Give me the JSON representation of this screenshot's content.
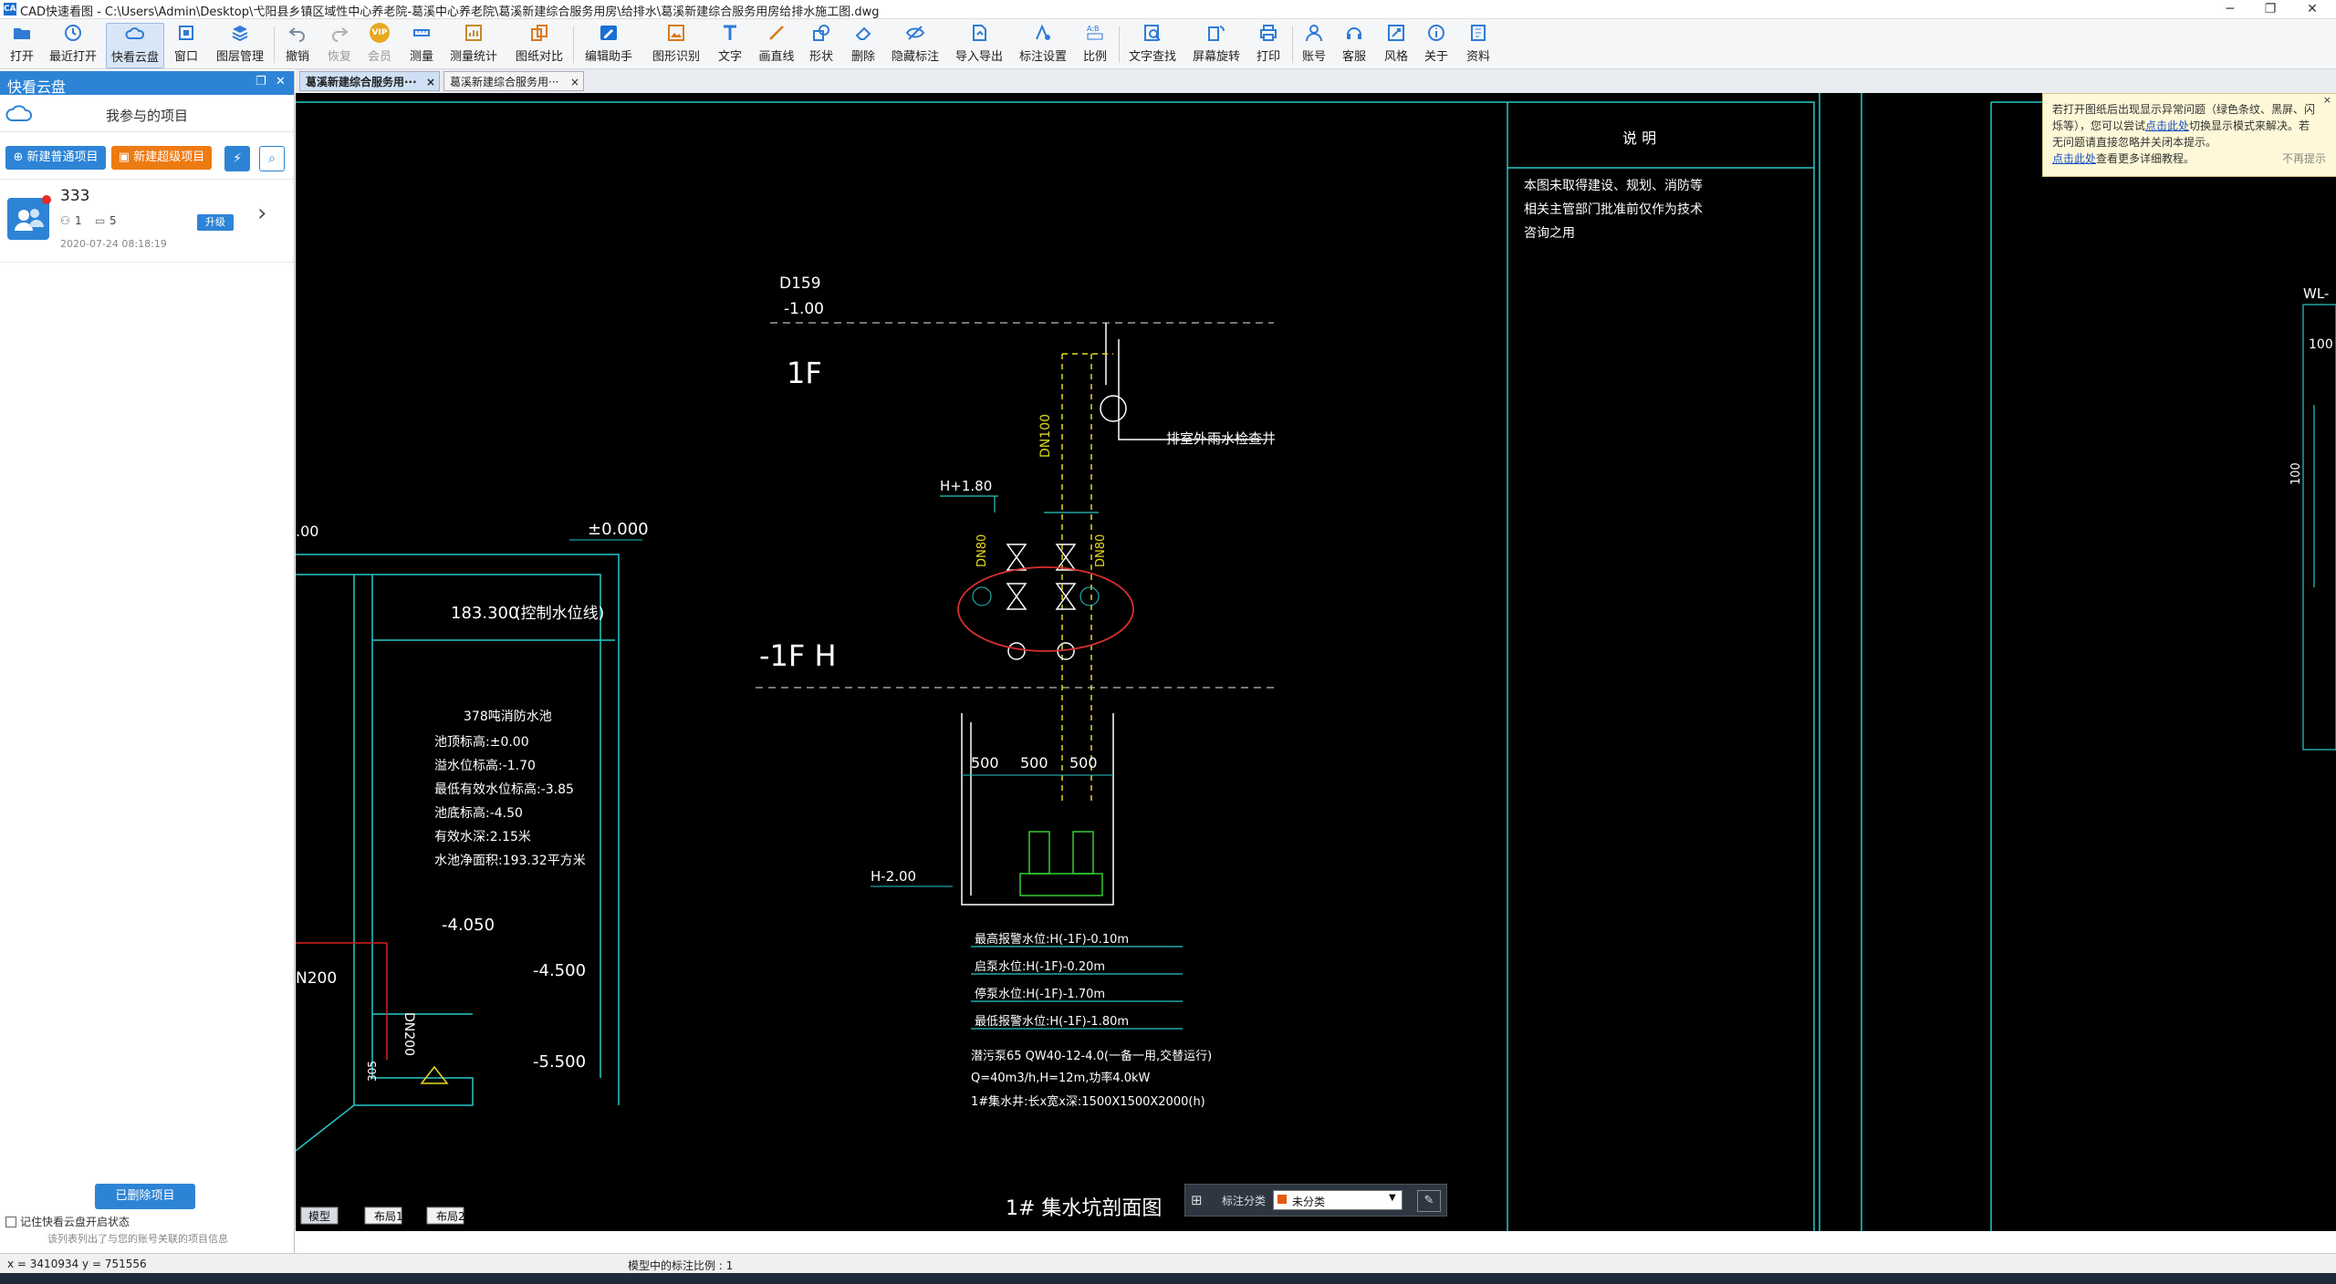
{
  "window": {
    "app_icon": "CAD",
    "title": "CAD快速看图 - C:\\Users\\Admin\\Desktop\\弋阳县乡镇区域性中心养老院-葛溪中心养老院\\葛溪新建综合服务用房\\给排水\\葛溪新建综合服务用房给排水施工图.dwg",
    "minimize": "─",
    "maximize": "❐",
    "close": "✕"
  },
  "toolbar": {
    "items": [
      {
        "id": "open",
        "label": "打开"
      },
      {
        "id": "recent",
        "label": "最近打开"
      },
      {
        "id": "cloud",
        "label": "快看云盘"
      },
      {
        "id": "window",
        "label": "窗口"
      },
      {
        "id": "layers",
        "label": "图层管理"
      },
      {
        "id": "undo",
        "label": "撤销"
      },
      {
        "id": "redo",
        "label": "恢复"
      },
      {
        "id": "vip",
        "label": "会员"
      },
      {
        "id": "measure",
        "label": "测量"
      },
      {
        "id": "measure-stats",
        "label": "测量统计"
      },
      {
        "id": "compare",
        "label": "图纸对比"
      },
      {
        "id": "edit-assist",
        "label": "编辑助手"
      },
      {
        "id": "recognize",
        "label": "图形识别"
      },
      {
        "id": "text",
        "label": "文字"
      },
      {
        "id": "line",
        "label": "画直线"
      },
      {
        "id": "shape",
        "label": "形状"
      },
      {
        "id": "delete",
        "label": "删除"
      },
      {
        "id": "hide-mark",
        "label": "隐藏标注"
      },
      {
        "id": "import-export",
        "label": "导入导出"
      },
      {
        "id": "mark-settings",
        "label": "标注设置"
      },
      {
        "id": "scale",
        "label": "比例"
      },
      {
        "id": "text-search",
        "label": "文字查找"
      },
      {
        "id": "rotate",
        "label": "屏幕旋转"
      },
      {
        "id": "print",
        "label": "打印"
      },
      {
        "id": "account",
        "label": "账号"
      },
      {
        "id": "service",
        "label": "客服"
      },
      {
        "id": "style",
        "label": "风格"
      },
      {
        "id": "about",
        "label": "关于"
      },
      {
        "id": "resources",
        "label": "资料"
      }
    ],
    "vip_badge": "VIP"
  },
  "sidebar": {
    "header": "快看云盘",
    "pin": "❐",
    "close": "✕",
    "subtitle": "我参与的项目",
    "btn_normal": "新建普通项目",
    "btn_super": "新建超级项目",
    "project": {
      "name": "333",
      "members": "1",
      "files": "5",
      "upgrade": "升级",
      "date": "2020-07-24 08:18:19"
    },
    "deleted_btn": "已删除项目",
    "remember": "记住快看云盘开启状态",
    "hint": "该列表列出了与您的账号关联的项目信息"
  },
  "tabs": [
    {
      "label": "葛溪新建综合服务用···",
      "active": true
    },
    {
      "label": "葛溪新建综合服务用···",
      "active": false
    }
  ],
  "layout_tabs": [
    "模型",
    "布局1",
    "布局2"
  ],
  "notice": {
    "line1": "若打开图纸后出现显示异常问题（绿色条纹、黑屏、闪",
    "line2a": "烁等），您可以尝试",
    "link1": "点击此处",
    "line2b": "切换显示模式来解决。若",
    "line3": "无问题请直接忽略并关闭本提示。",
    "link2": "点击此处",
    "line4": "查看更多详细教程。",
    "dismiss": "不再提示"
  },
  "annot_bar": {
    "label": "标注分类",
    "value": "未分类"
  },
  "status": {
    "coords": "x = 3410934  y = 751556",
    "scale": "模型中的标注比例 : 1"
  },
  "drawing": {
    "notes_title": "说    明",
    "notes": [
      "本图未取得建设、规划、消防等",
      "相关主管部门批准前仅作为技术",
      "咨询之用"
    ],
    "d159": "D159",
    "lvl_m1": "-1.00",
    "floor1": "1F",
    "floorm1": "-1F  H",
    "dn100": "DN100",
    "outdoor": "排室外雨水检查井",
    "h180": "H+1.80",
    "dn80a": "DN80",
    "dn80b": "DN80",
    "dim500a": "500",
    "dim500b": "500",
    "dim500c": "500",
    "h200": "H-2.00",
    "w1": "最高报警水位:H(-1F)-0.10m",
    "w2": "启泵水位:H(-1F)-0.20m",
    "w3": "停泵水位:H(-1F)-1.70m",
    "w4": "最低报警水位:H(-1F)-1.80m",
    "pump1": "潜污泵65 QW40-12-4.0(一备一用,交替运行)",
    "pump2": "Q=40m3/h,H=12m,功率4.0kW",
    "pump3": "1#集水井:长x宽x深:1500X1500X2000(h)",
    "section_title": "1# 集水坑剖面图",
    "l_00": ".00",
    "l_000": "±0.000",
    "l_183": "183.300",
    "l_ctrl": "(控制水位线)",
    "tank1": "378吨消防水池",
    "tank2": "池顶标高:±0.00",
    "tank3": "溢水位标高:-1.70",
    "tank4": "最低有效水位标高:-3.85",
    "tank5": "池底标高:-4.50",
    "tank6": "有效水深:2.15米",
    "tank7": "水池净面积:193.32平方米",
    "l_4050": "-4.050",
    "l_4500": "-4.500",
    "l_5500": "-5.500",
    "dn200a": "DN200",
    "dn200b": "N200",
    "d_305": "305",
    "wl": "WL-",
    "r100": "100",
    "r100v": "100"
  }
}
